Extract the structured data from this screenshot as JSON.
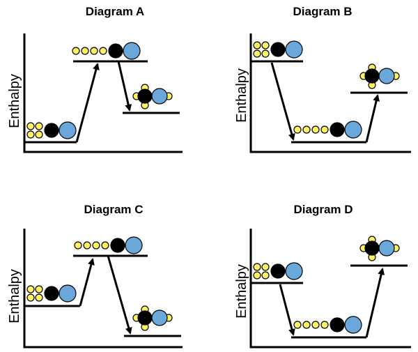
{
  "y_axis_label": "Enthalpy",
  "colors": {
    "hydrogen": "#FFF166",
    "carbon": "#000000",
    "oxygen": "#6AA8DC",
    "outline": "#000000"
  },
  "diagrams": [
    {
      "title": "Diagram A"
    },
    {
      "title": "Diagram B"
    },
    {
      "title": "Diagram C"
    },
    {
      "title": "Diagram D"
    }
  ]
}
